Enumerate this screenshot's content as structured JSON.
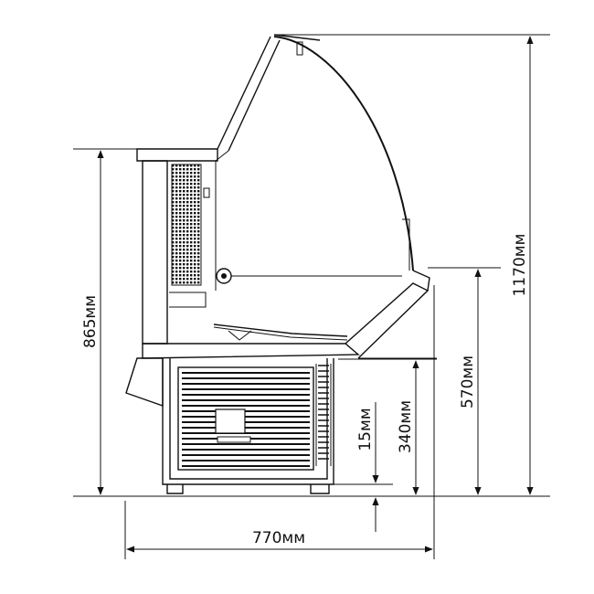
{
  "dimensions": {
    "width": "770мм",
    "total_height": "1170мм",
    "counter_height": "865мм",
    "front_height": "570мм",
    "unit_height": "340мм",
    "foot_gap": "15мм"
  },
  "colors": {
    "line": "#111111",
    "background": "#ffffff"
  }
}
